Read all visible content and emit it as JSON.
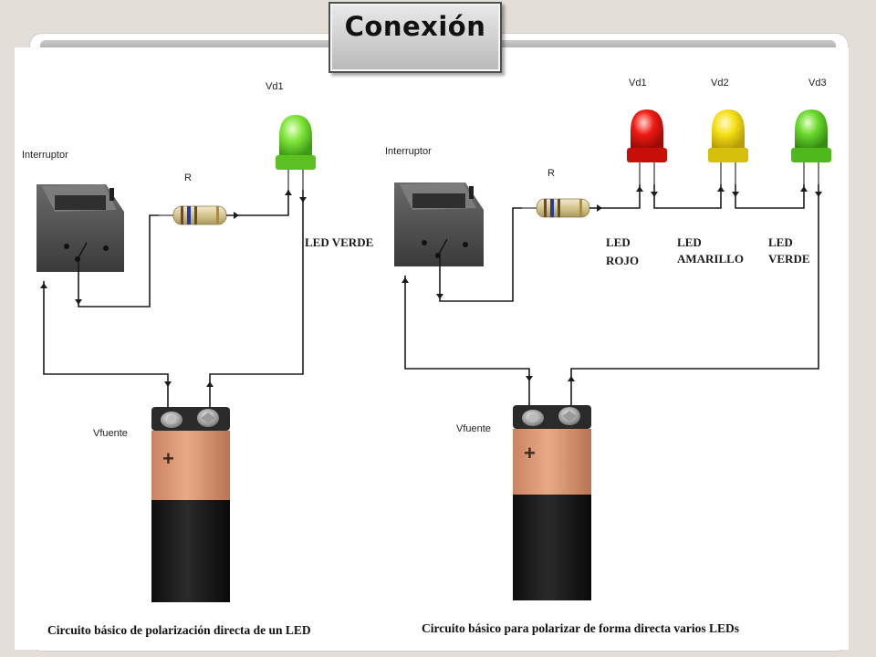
{
  "slide": {
    "title": "Conexión"
  },
  "left_circuit": {
    "switch_label": "Interruptor",
    "resistor_label": "R",
    "led": {
      "label": "Vd1",
      "color": "#6fdc2a"
    },
    "led_text": "LED VERDE",
    "battery_label": "Vfuente",
    "battery_sign": "+",
    "caption": "Circuito básico de polarización directa de un LED"
  },
  "right_circuit": {
    "switch_label": "Interruptor",
    "resistor_label": "R",
    "leds": [
      {
        "label": "Vd1",
        "color": "#e0120c",
        "text_line1": "LED",
        "text_line2": "ROJO"
      },
      {
        "label": "Vd2",
        "color": "#f2dc10",
        "text_line1": "LED",
        "text_line2": "AMARILLO"
      },
      {
        "label": "Vd3",
        "color": "#5fd424",
        "text_line1": "LED",
        "text_line2": "VERDE"
      }
    ],
    "battery_label": "Vfuente",
    "battery_sign": "+",
    "caption": "Circuito básico para polarizar de forma directa varios LEDs"
  },
  "colors": {
    "switch_body": "#4a4a4a",
    "battery_top": "#e2a07e",
    "battery_bottom": "#1b1b1b",
    "resistor_body": "#d8cc96"
  }
}
